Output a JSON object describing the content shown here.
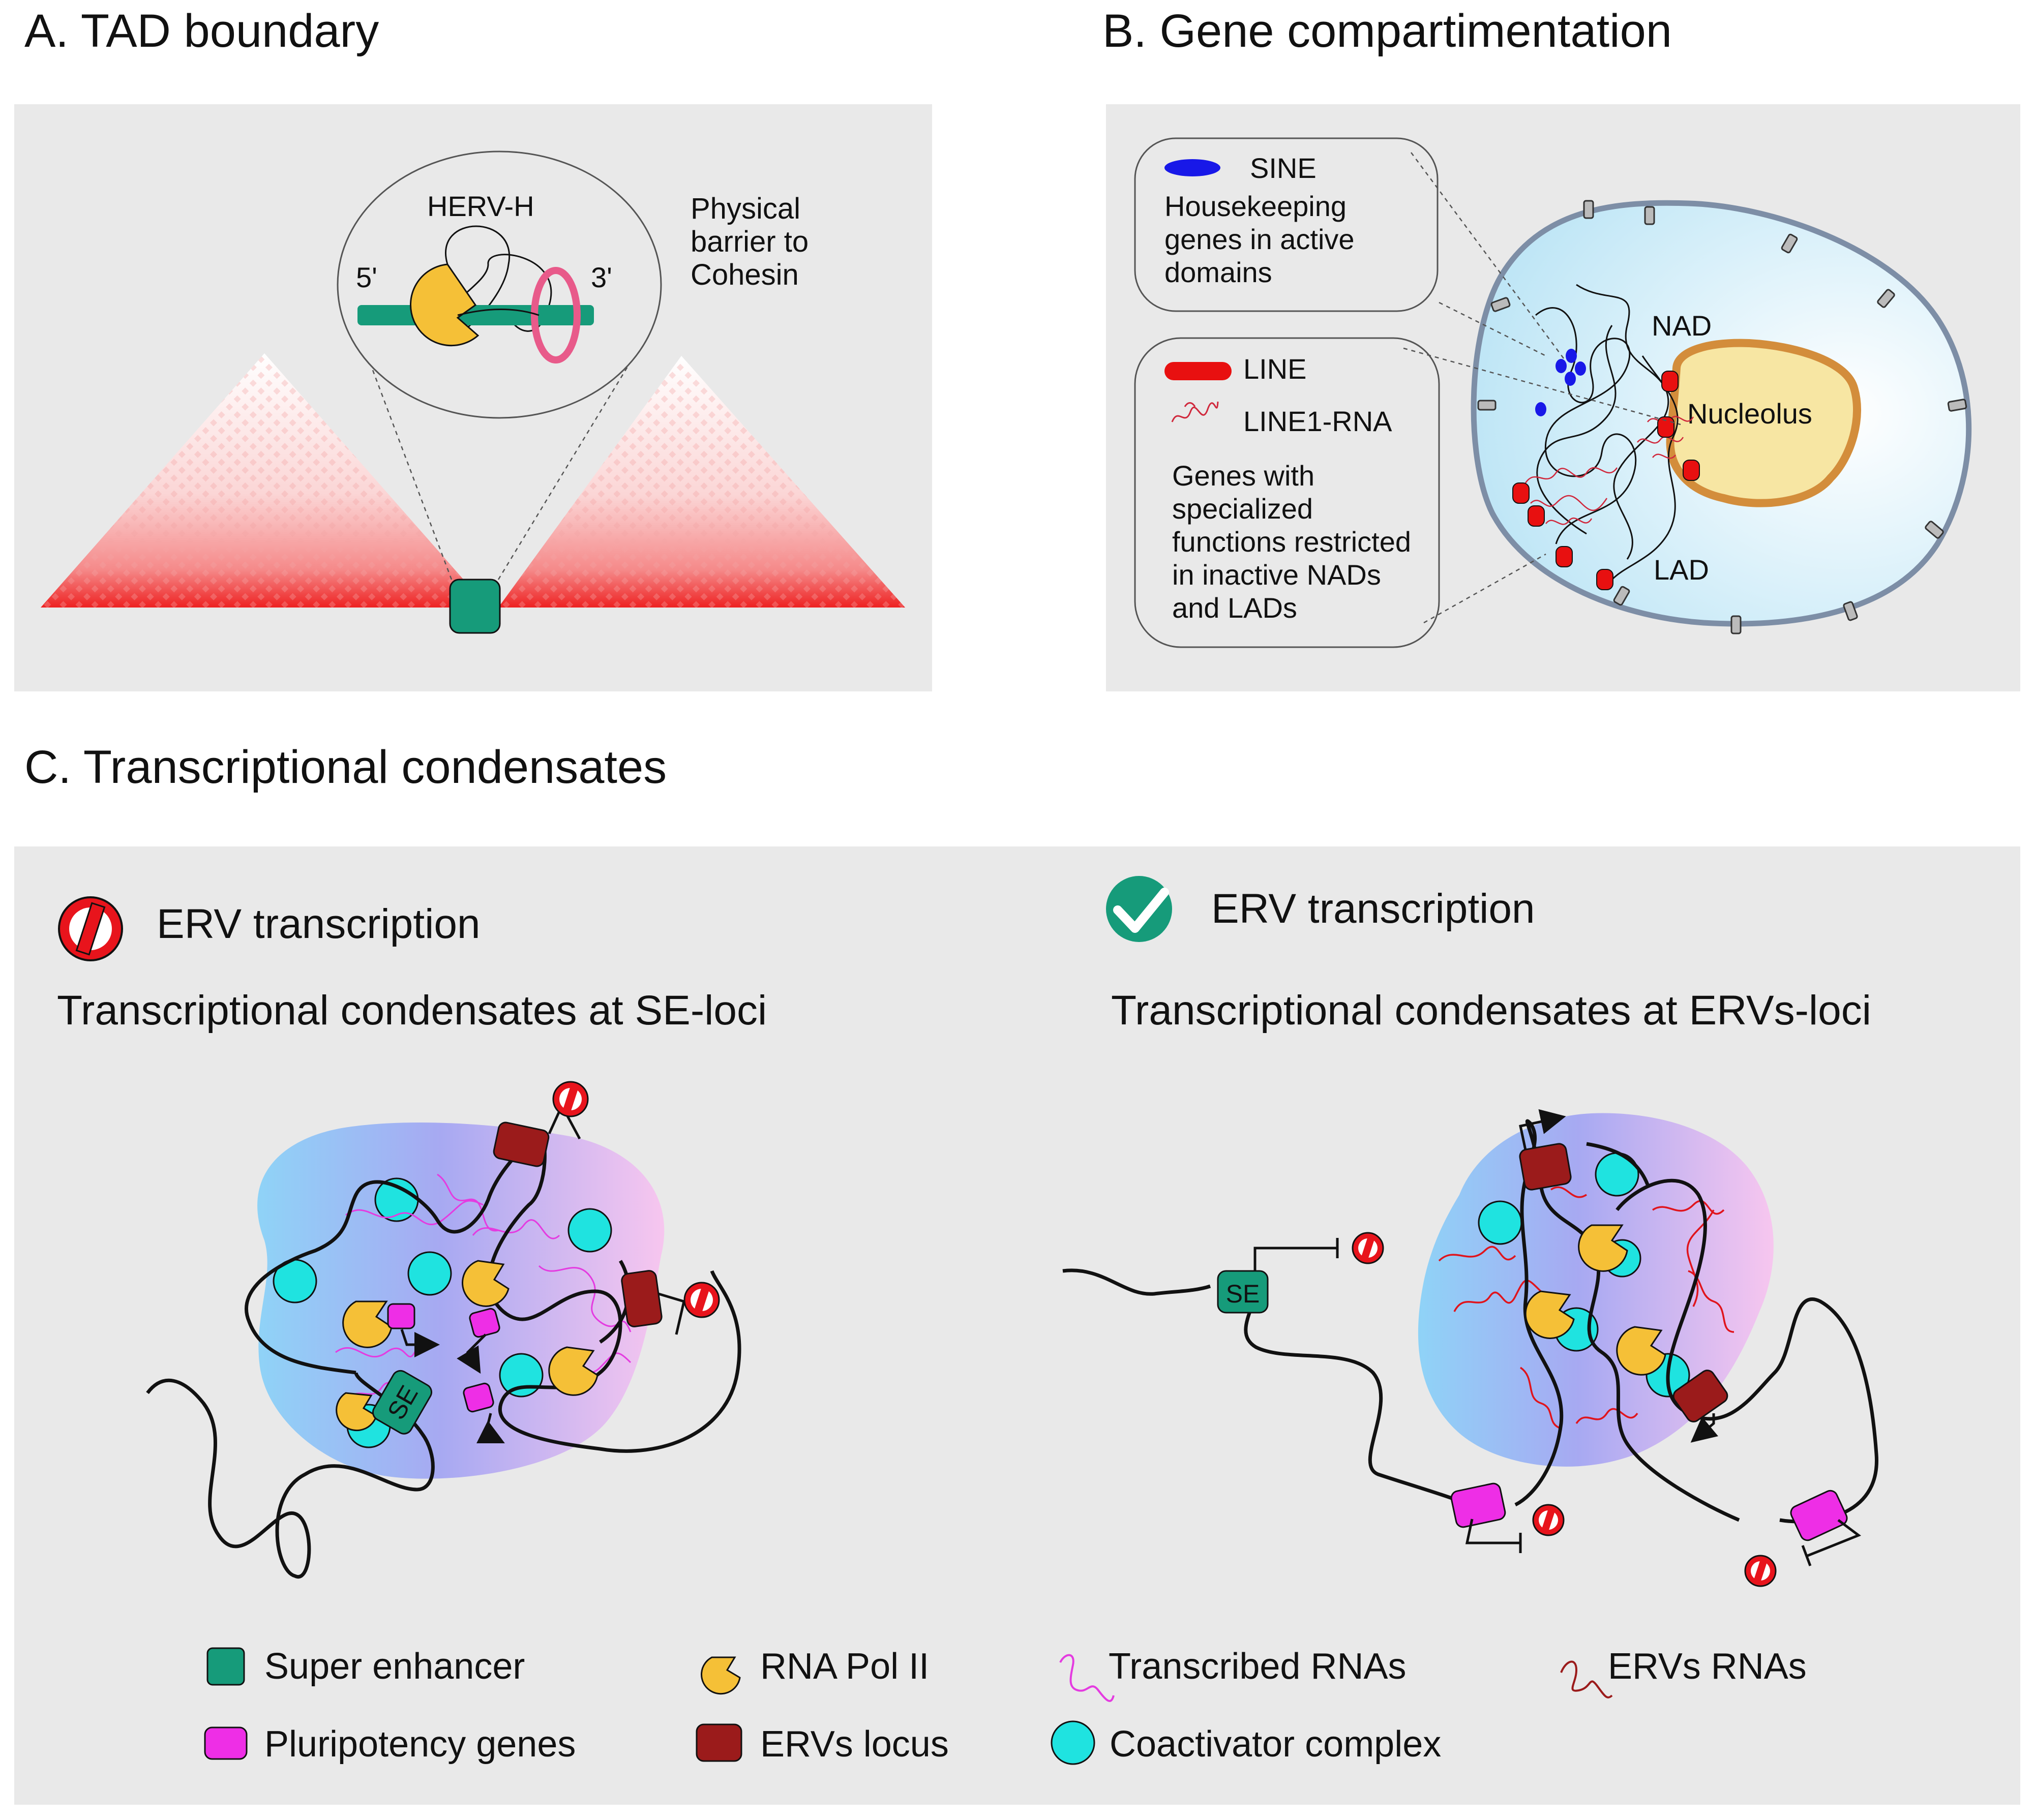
{
  "panel_a": {
    "title": "A. TAD boundary",
    "herv": "HERV-H",
    "five_prime": "5'",
    "three_prime": "3'",
    "note_lines": [
      "Physical",
      "barrier to",
      "Cohesin"
    ]
  },
  "panel_b": {
    "title": "B. Gene compartimentation",
    "sine": "SINE",
    "housekeeping_lines": [
      "Housekeeping",
      "genes in active",
      "domains"
    ],
    "line": "LINE",
    "line1_rna": "LINE1-RNA",
    "specialized_lines": [
      "Genes with",
      "specialized",
      "functions restricted",
      "in inactive NADs",
      "and LADs"
    ],
    "nad": "NAD",
    "lad": "LAD",
    "nucleolus": "Nucleolus"
  },
  "panel_c": {
    "title": "C. Transcriptional condensates",
    "left_status": "ERV transcription",
    "left_subtitle": "Transcriptional condensates at SE-loci",
    "right_status": "ERV transcription",
    "right_subtitle": "Transcriptional condensates at ERVs-loci",
    "se_label": "SE",
    "legend": [
      {
        "label": "Super enhancer"
      },
      {
        "label": "RNA Pol II"
      },
      {
        "label": "Transcribed RNAs"
      },
      {
        "label": "ERVs RNAs"
      },
      {
        "label": "Pluripotency genes"
      },
      {
        "label": "ERVs locus"
      },
      {
        "label": "Coactivator complex"
      }
    ]
  },
  "colors": {
    "panel_bg": "#e9e9e9",
    "super_enhancer": "#169b7a",
    "pluripotency": "#ee2ee6",
    "rna_pol": "#f5c037",
    "erv_locus": "#9b1b1b",
    "coactivator": "#1fe3e0",
    "transcribed_rna": "#e43be0",
    "erv_rna": "#e0141c",
    "sine": "#1818e8",
    "line": "#e81010",
    "nucleolus": "#f7e6a3",
    "nucleus": "#cfe9f4"
  }
}
